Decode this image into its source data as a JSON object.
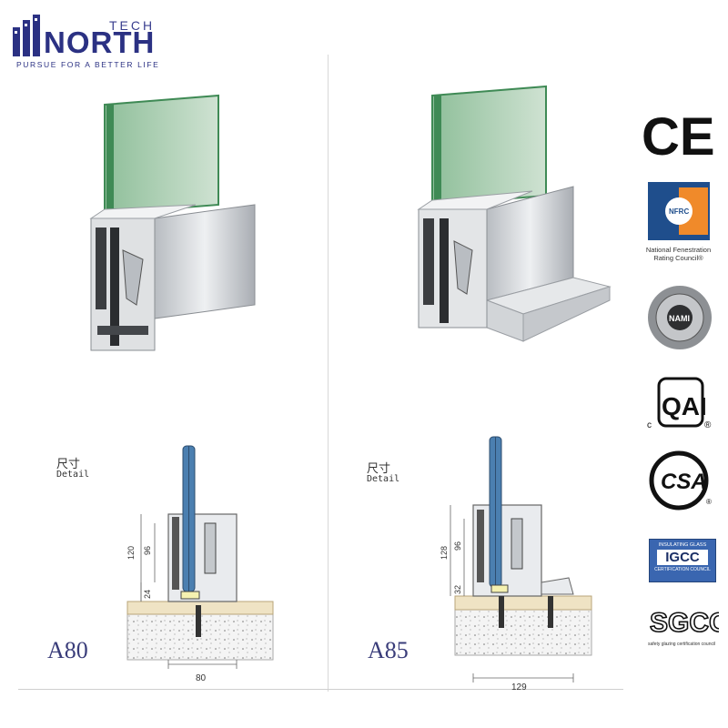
{
  "brand": {
    "tech": "TECH",
    "name": "NORTH",
    "tagline": "PURSUE FOR A BETTER LIFE",
    "color": "#2b3183"
  },
  "panels": [
    {
      "detail_cn": "尺寸",
      "detail_en": "Detail",
      "model": "A80",
      "dims": {
        "total_height": "120",
        "inner_height": "96",
        "base_height": "24",
        "width": "80"
      }
    },
    {
      "detail_cn": "尺寸",
      "detail_en": "Detail",
      "model": "A85",
      "dims": {
        "total_height": "128",
        "inner_height": "96",
        "base_height": "32",
        "width": "129"
      }
    }
  ],
  "certifications": [
    {
      "name": "CE",
      "icon": "ce-mark-icon"
    },
    {
      "name": "NFRC",
      "line1": "National Fenestration",
      "line2": "Rating Council®",
      "icon": "nfrc-logo-icon"
    },
    {
      "name": "NAMI",
      "icon": "nami-seal-icon"
    },
    {
      "name": "QAI",
      "prefix": "c",
      "suffix": "®",
      "icon": "qai-logo-icon"
    },
    {
      "name": "CSA",
      "icon": "csa-logo-icon"
    },
    {
      "name": "IGCC",
      "top": "INSULATING GLASS",
      "bottom": "CERTIFICATION COUNCIL",
      "icon": "igcc-logo-icon"
    },
    {
      "name": "SGCC",
      "caption": "safety glazing certification council",
      "icon": "sgcc-logo-icon"
    }
  ],
  "colors": {
    "glass": "#9fc4a8",
    "glass_edge": "#3f8a55",
    "aluminium": "#c9ccd0",
    "blue_glass": "#4b7fb0",
    "wood": "#efe3c4"
  }
}
